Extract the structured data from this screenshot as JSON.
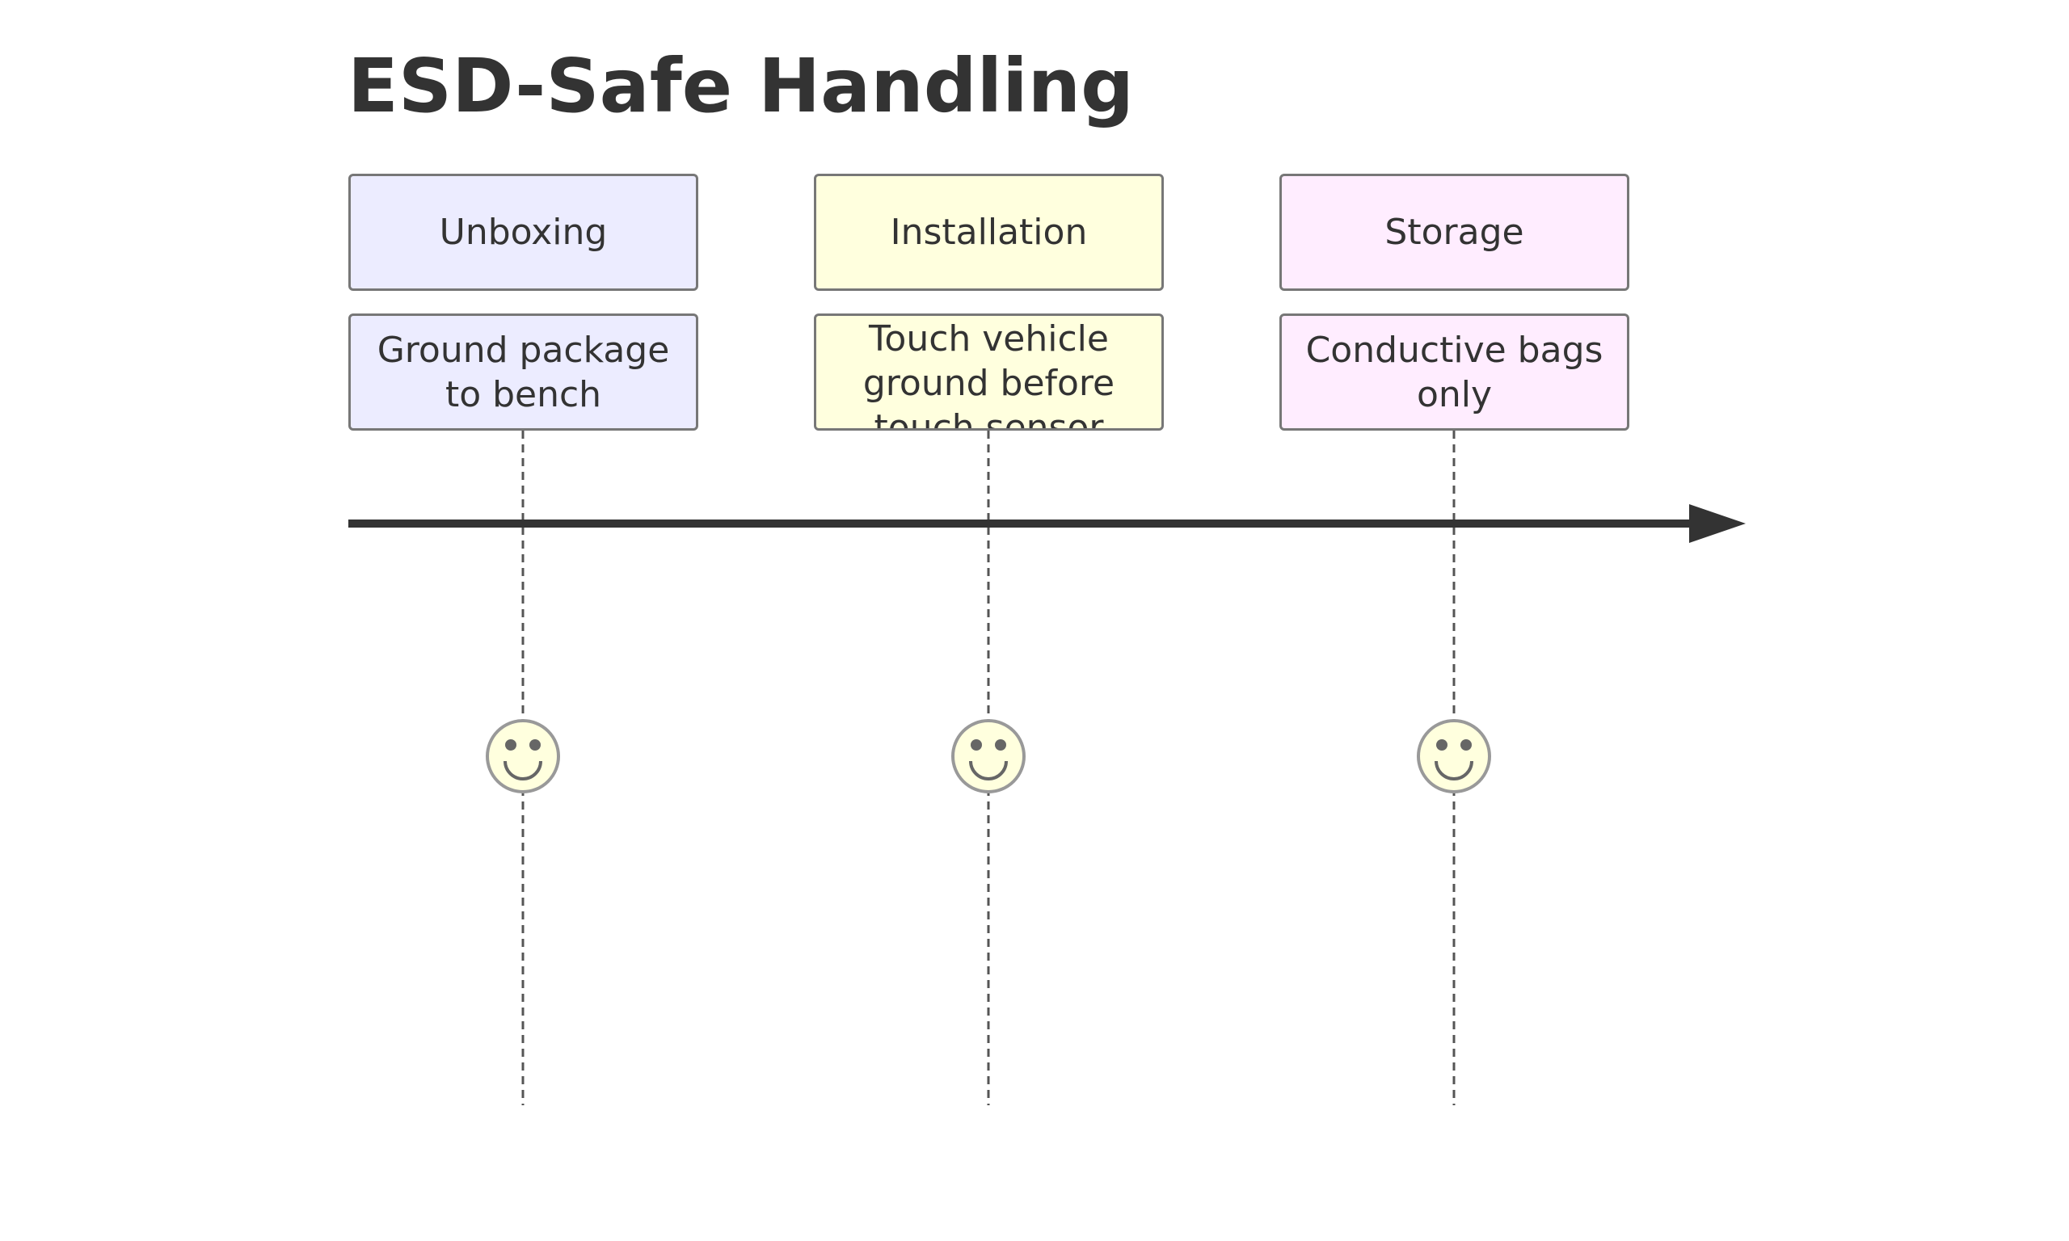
{
  "title": "ESD-Safe Handling",
  "colors": {
    "section1_fill": "#ECECFF",
    "section2_fill": "#FFFFDE",
    "section3_fill": "#FFEDFF",
    "border": "#777777",
    "axis": "#333333",
    "face_fill": "#FFFFDE",
    "face_stroke": "#999999"
  },
  "sections": [
    {
      "label": "Unboxing",
      "task": "Ground package to bench",
      "score_icon": "smiley-face-icon"
    },
    {
      "label": "Installation",
      "task": "Touch vehicle ground before touch sensor",
      "score_icon": "smiley-face-icon"
    },
    {
      "label": "Storage",
      "task": "Conductive bags only",
      "score_icon": "smiley-face-icon"
    }
  ]
}
